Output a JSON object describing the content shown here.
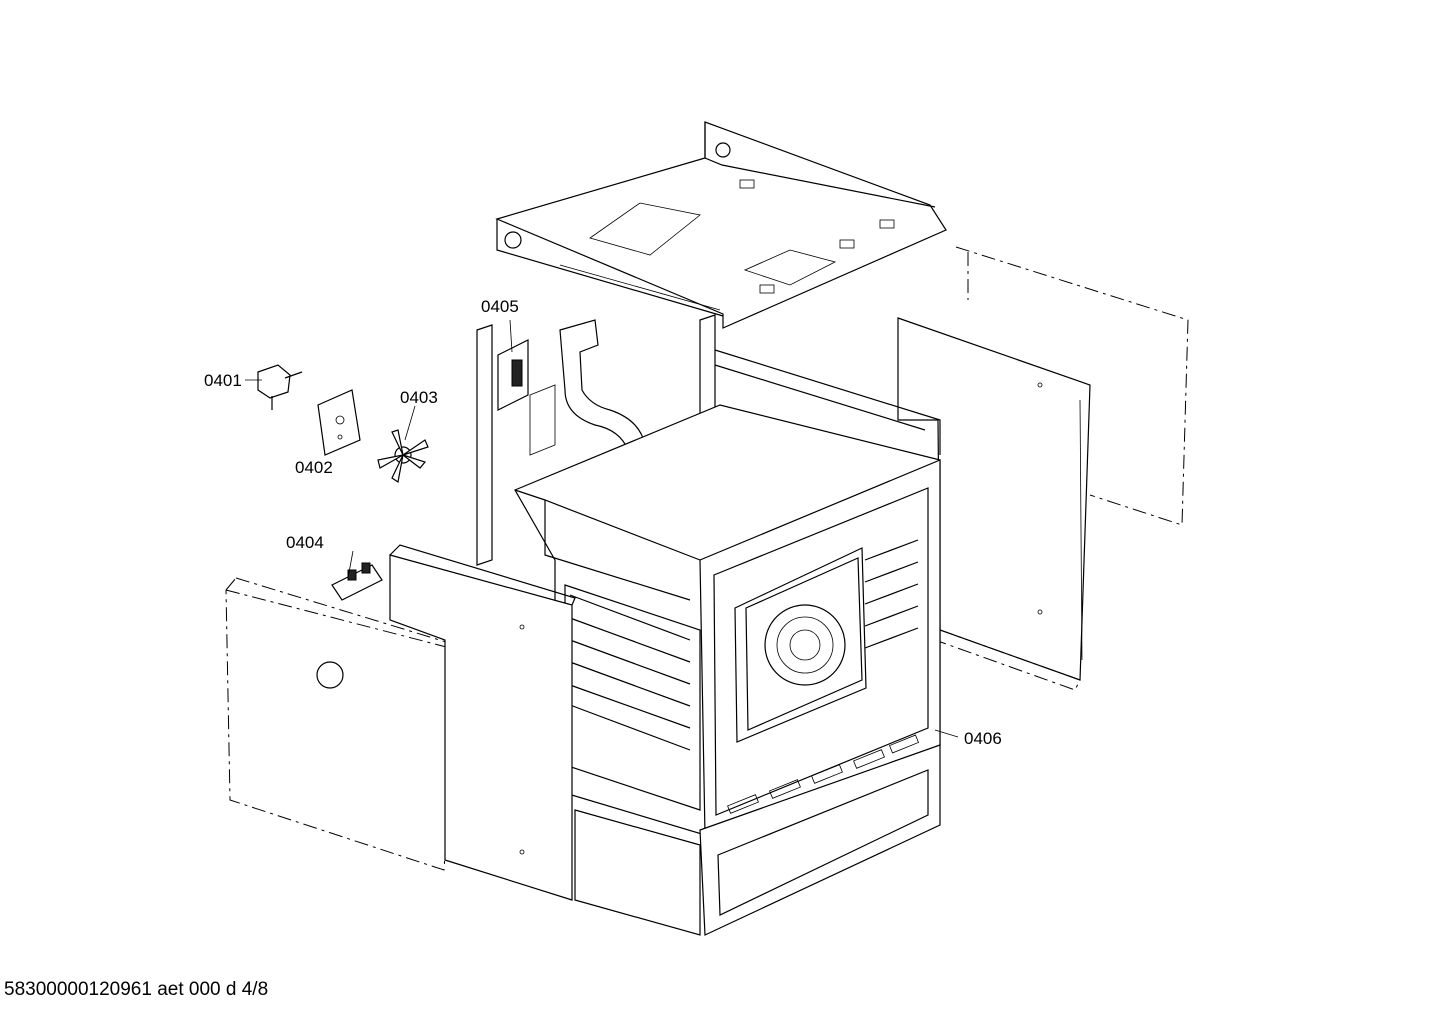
{
  "parts": [
    {
      "id": "part-0401",
      "label": "0401"
    },
    {
      "id": "part-0402",
      "label": "0402"
    },
    {
      "id": "part-0403",
      "label": "0403"
    },
    {
      "id": "part-0404",
      "label": "0404"
    },
    {
      "id": "part-0405",
      "label": "0405"
    },
    {
      "id": "part-0406",
      "label": "0406"
    }
  ],
  "footer": {
    "code": "58300000120961 aet 000 d 4/8"
  }
}
